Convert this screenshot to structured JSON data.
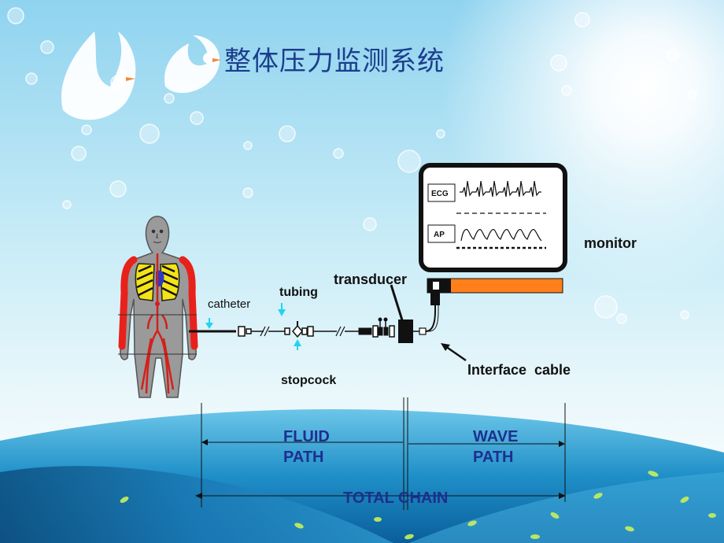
{
  "title": "整体压力监测系统",
  "labels": {
    "catheter": "catheter",
    "tubing": "tubing",
    "stopcock": "stopcock",
    "transducer": "transducer",
    "monitor": "monitor",
    "interface_cable": "Interface  cable"
  },
  "monitor_screen": {
    "ecg": "ECG",
    "ap": "AP"
  },
  "paths": {
    "fluid_line1": "FLUID",
    "fluid_line2": "PATH",
    "wave_line1": "WAVE",
    "wave_line2": "PATH",
    "total": "TOTAL CHAIN"
  },
  "colors": {
    "title": "#1b3e8c",
    "path_text": "#1d2f8f",
    "monitor_bar": "#ff7f1a",
    "arrow_cyan": "#22d3f0"
  }
}
